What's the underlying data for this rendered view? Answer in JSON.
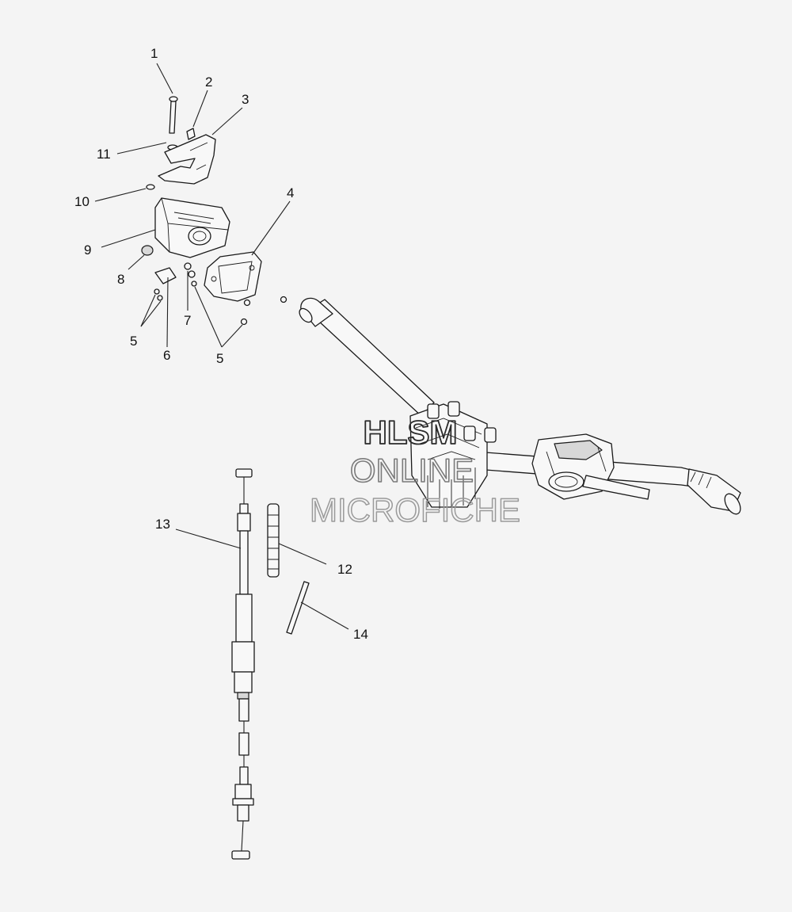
{
  "watermark": {
    "line1": "HLSM",
    "line2": "ONLINE",
    "line3": "MICROFICHE",
    "color": "#7a7a7a"
  },
  "callouts": [
    {
      "id": "c1",
      "text": "1"
    },
    {
      "id": "c2",
      "text": "2"
    },
    {
      "id": "c3",
      "text": "3"
    },
    {
      "id": "c4",
      "text": "4"
    },
    {
      "id": "c5a",
      "text": "5"
    },
    {
      "id": "c5b",
      "text": "5"
    },
    {
      "id": "c6",
      "text": "6"
    },
    {
      "id": "c7",
      "text": "7"
    },
    {
      "id": "c8",
      "text": "8"
    },
    {
      "id": "c9",
      "text": "9"
    },
    {
      "id": "c10",
      "text": "10"
    },
    {
      "id": "c11",
      "text": "11"
    },
    {
      "id": "c12",
      "text": "12"
    },
    {
      "id": "c13",
      "text": "13"
    },
    {
      "id": "c14",
      "text": "14"
    }
  ]
}
